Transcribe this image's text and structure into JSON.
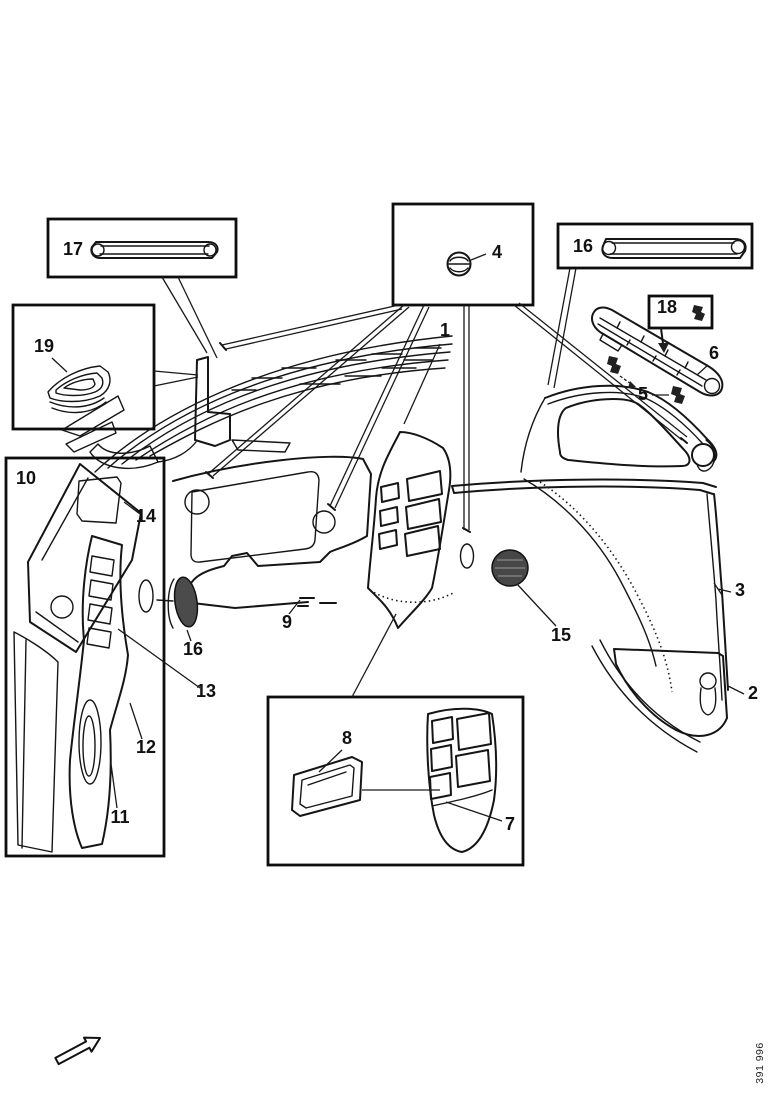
{
  "figure": {
    "kind": "exploded-parts-diagram",
    "subject": "Car interior trim and panel assembly, exploded view with numbered callouts and detail boxes",
    "figure_number": "391 996",
    "callouts": [
      {
        "label": "17"
      },
      {
        "label": "19"
      },
      {
        "label": "4"
      },
      {
        "label": "16"
      },
      {
        "label": "18"
      },
      {
        "label": "1"
      },
      {
        "label": "6"
      },
      {
        "label": "5"
      },
      {
        "label": "10"
      },
      {
        "label": "14"
      },
      {
        "label": "16"
      },
      {
        "label": "13"
      },
      {
        "label": "12"
      },
      {
        "label": "11"
      },
      {
        "label": "9"
      },
      {
        "label": "15"
      },
      {
        "label": "3"
      },
      {
        "label": "2"
      },
      {
        "label": "8"
      },
      {
        "label": "7"
      }
    ]
  }
}
